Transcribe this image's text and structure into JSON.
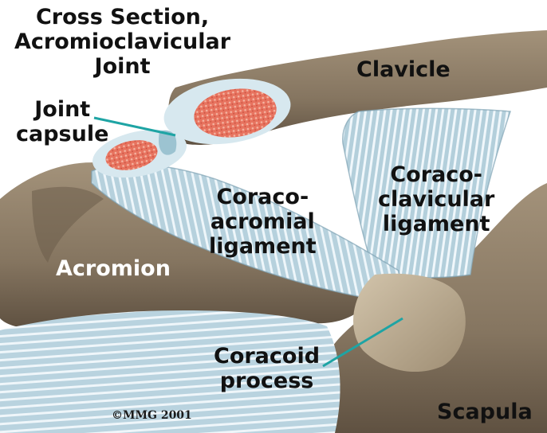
{
  "title": {
    "lines": [
      "Cross Section,",
      "Acromioclavicular",
      "Joint"
    ]
  },
  "labels": {
    "clavicle": "Clavicle",
    "joint_capsule": [
      "Joint",
      "capsule"
    ],
    "coraco_acromial": [
      "Coraco-",
      "acromial",
      "ligament"
    ],
    "coraco_clavicular": [
      "Coraco-",
      "clavicular",
      "ligament"
    ],
    "acromion": "Acromion",
    "coracoid_process": [
      "Coracoid",
      "process"
    ],
    "scapula": "Scapula"
  },
  "copyright": "©MMG 2001",
  "colors": {
    "bone": "#8a7b66",
    "bone_dark": "#5e5040",
    "bone_light": "#b4a48b",
    "cartilage": "#cfe0e8",
    "marrow": "#e8725e",
    "ligament": "#a9c8d6",
    "ligament_stripe": "#eef6fa",
    "leader_line": "#1ea4a4"
  }
}
